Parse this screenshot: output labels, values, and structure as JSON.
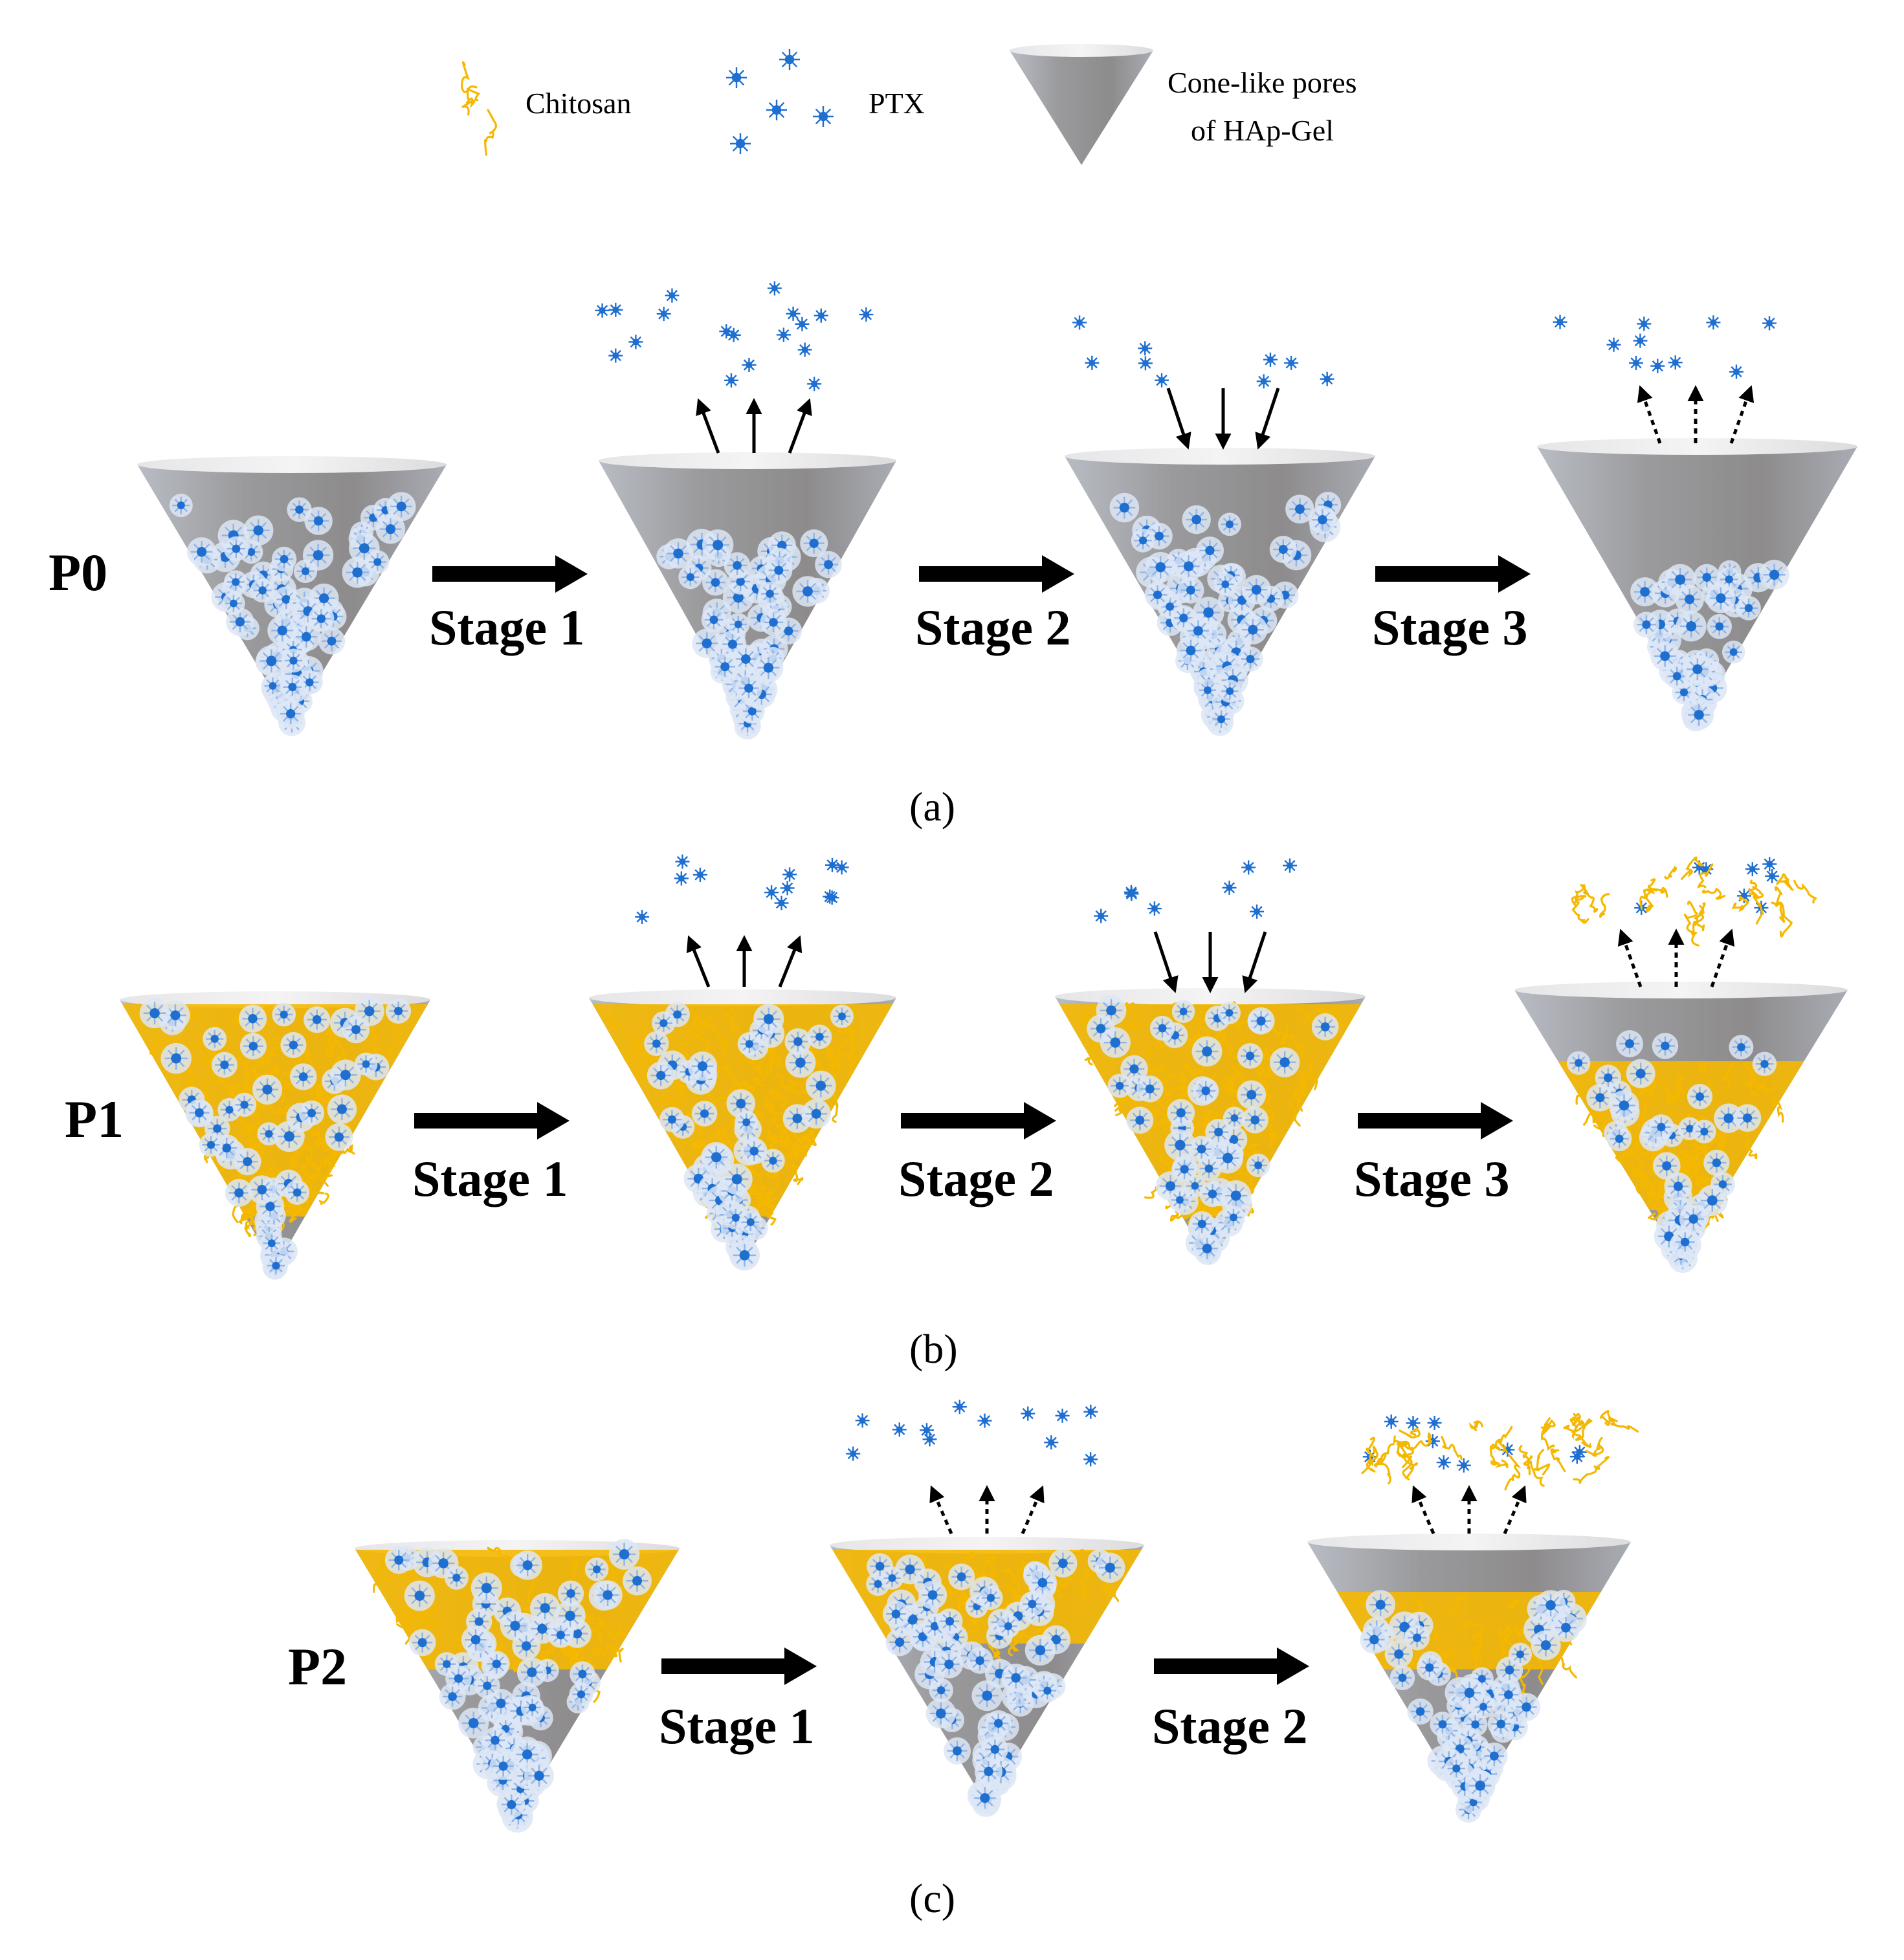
{
  "legend": {
    "chitosan_label": "Chitosan",
    "ptx_label": "PTX",
    "cone_label_line1": "Cone-like pores",
    "cone_label_line2": "of HAp-Gel"
  },
  "rows": [
    {
      "label": "P0",
      "panel_label": "(a)",
      "stages": [
        "Stage 1",
        "Stage 2",
        "Stage 3"
      ]
    },
    {
      "label": "P1",
      "panel_label": "(b)",
      "stages": [
        "Stage 1",
        "Stage 2",
        "Stage 3"
      ]
    },
    {
      "label": "P2",
      "panel_label": "(c)",
      "stages": [
        "Stage 1",
        "Stage 2"
      ]
    }
  ],
  "colors": {
    "cone": "#9a9aa0",
    "ptx": "#1f6fd1",
    "chitosan": "#f5b800",
    "arrow": "#000000"
  }
}
